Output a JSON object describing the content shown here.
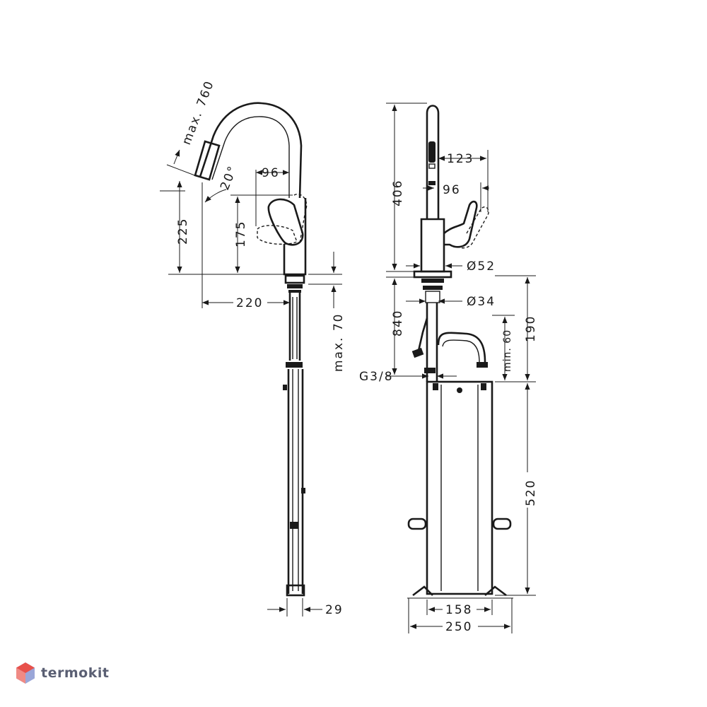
{
  "brand": {
    "name": "termokit",
    "color": "#5a5f73",
    "logo_accent": "#e8504a",
    "logo_secondary": "#9aa6d8"
  },
  "side_view": {
    "dims": {
      "max760": "max. 760",
      "angle20": "20°",
      "d96": "96",
      "d225": "225",
      "d175": "175",
      "d220": "220",
      "max70": "max. 70",
      "d29": "29"
    }
  },
  "front_view": {
    "dims": {
      "d406": "406",
      "d123": "123",
      "d96": "96",
      "dia52": "Ø52",
      "dia34": "Ø34",
      "d840": "840",
      "min60": "min. 60",
      "d190": "190",
      "g38": "G3/8",
      "d520": "520",
      "d158": "158",
      "d250": "250"
    }
  }
}
